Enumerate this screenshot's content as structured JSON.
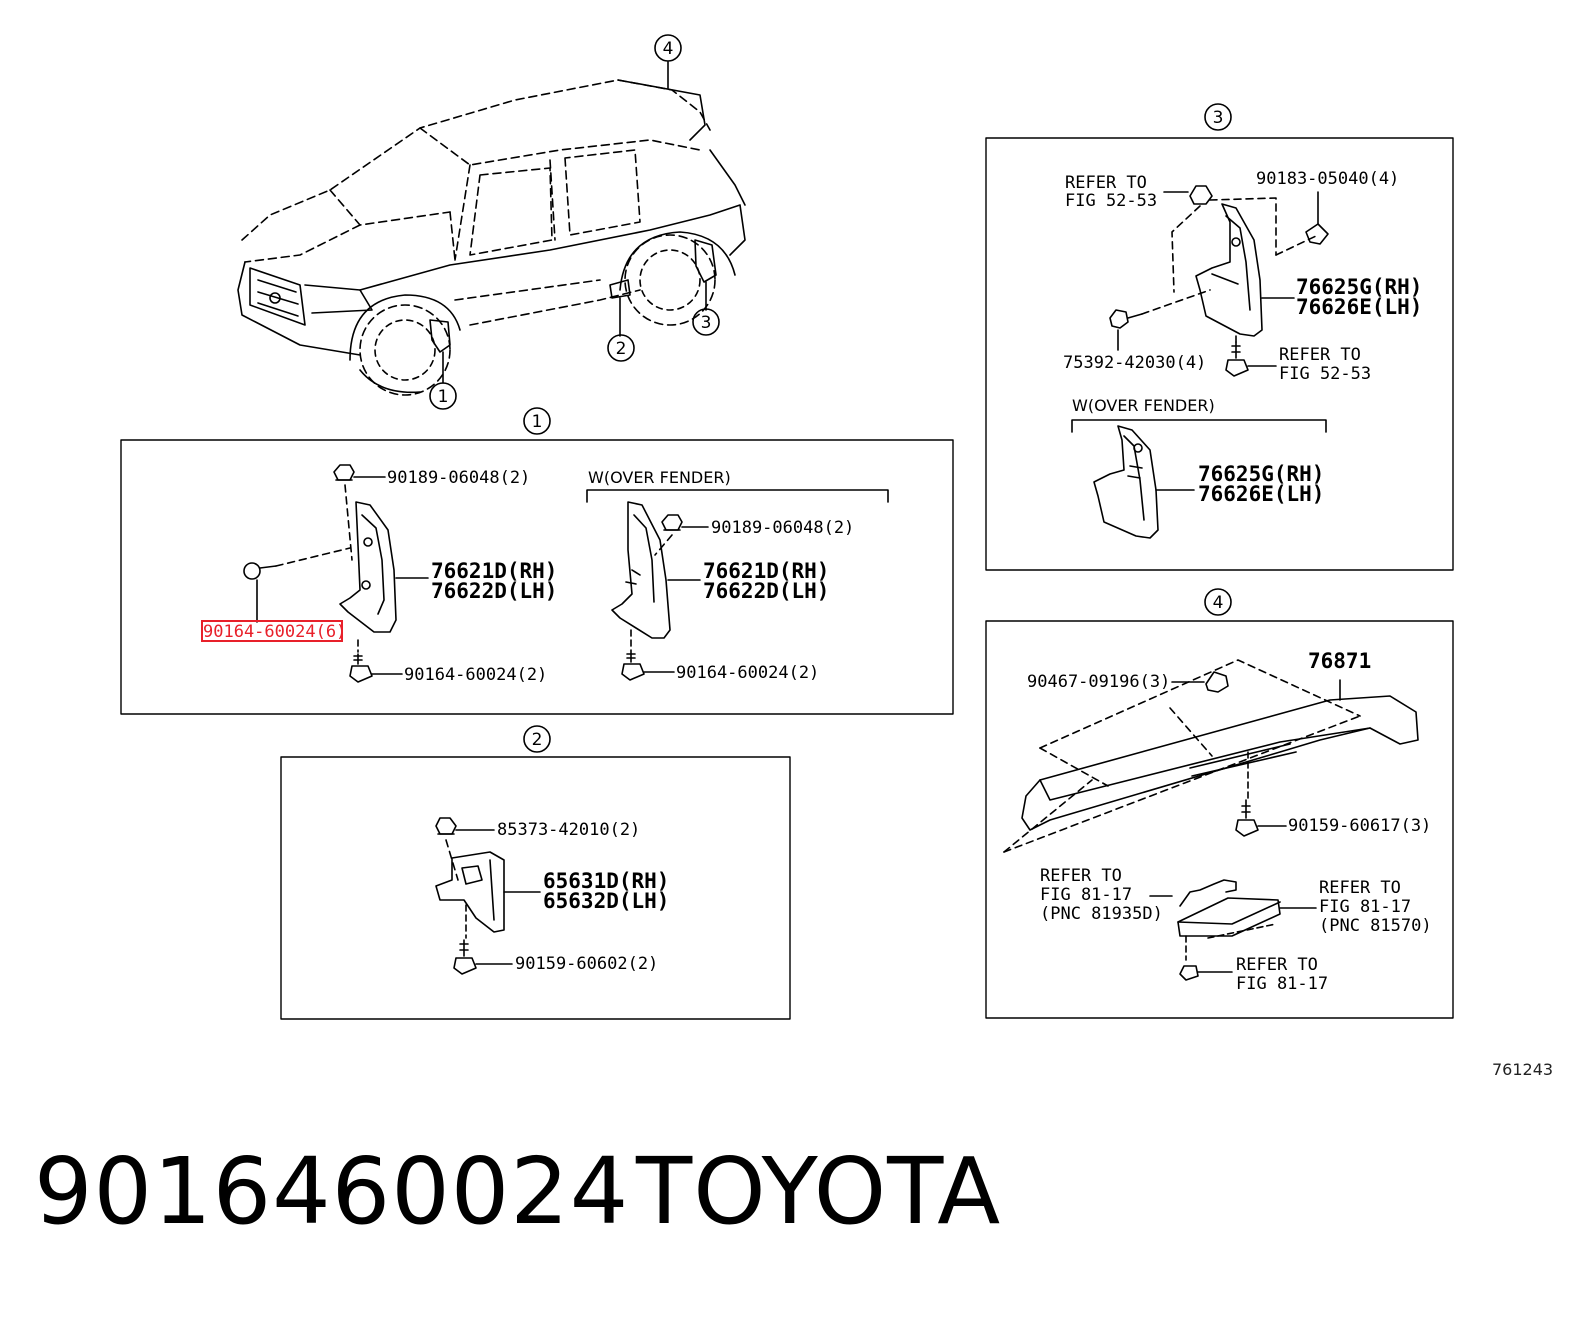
{
  "callouts": [
    "1",
    "2",
    "3",
    "4"
  ],
  "car": {
    "callouts": [
      "4",
      "1",
      "2",
      "3"
    ]
  },
  "box1": {
    "title": "1",
    "variant_label": "W(OVER FENDER)",
    "parts": {
      "clip_top": "90189-06048(2)",
      "mudguard_rh": "76621D(RH)",
      "mudguard_lh": "76622D(LH)",
      "screw_highlight": "90164-60024(6)",
      "screw_bottom": "90164-60024(2)",
      "alt_clip": "90189-06048(2)",
      "alt_mudguard_rh": "76621D(RH)",
      "alt_mudguard_lh": "76622D(LH)",
      "alt_screw": "90164-60024(2)"
    }
  },
  "box2": {
    "title": "2",
    "parts": {
      "clip": "85373-42010(2)",
      "guard_rh": "65631D(RH)",
      "guard_lh": "65632D(LH)",
      "screw": "90159-60602(2)"
    }
  },
  "box3": {
    "title": "3",
    "variant_label": "W(OVER FENDER)",
    "parts": {
      "refer_top_1": "REFER TO",
      "refer_top_2": "FIG 52-53",
      "nut": "90183-05040(4)",
      "mud_rh": "76625G(RH)",
      "mud_lh": "76626E(LH)",
      "bolt": "75392-42030(4)",
      "refer_bot_1": "REFER TO",
      "refer_bot_2": "FIG 52-53",
      "alt_mud_rh": "76625G(RH)",
      "alt_mud_lh": "76626E(LH)"
    }
  },
  "box4": {
    "title": "4",
    "parts": {
      "spoiler": "76871",
      "clip": "90467-09196(3)",
      "screw": "90159-60617(3)",
      "refer_l_1": "REFER TO",
      "refer_l_2": "FIG 81-17",
      "refer_l_3": "(PNC 81935D)",
      "refer_r_1": "REFER TO",
      "refer_r_2": "FIG 81-17",
      "refer_r_3": "(PNC 81570)",
      "refer_b_1": "REFER TO",
      "refer_b_2": "FIG 81-17"
    }
  },
  "figure_code": "761243",
  "footer": {
    "part_number": "9016460024",
    "brand": "TOYOTA"
  },
  "colors": {
    "highlight": "#e8202a",
    "line": "#000000"
  }
}
